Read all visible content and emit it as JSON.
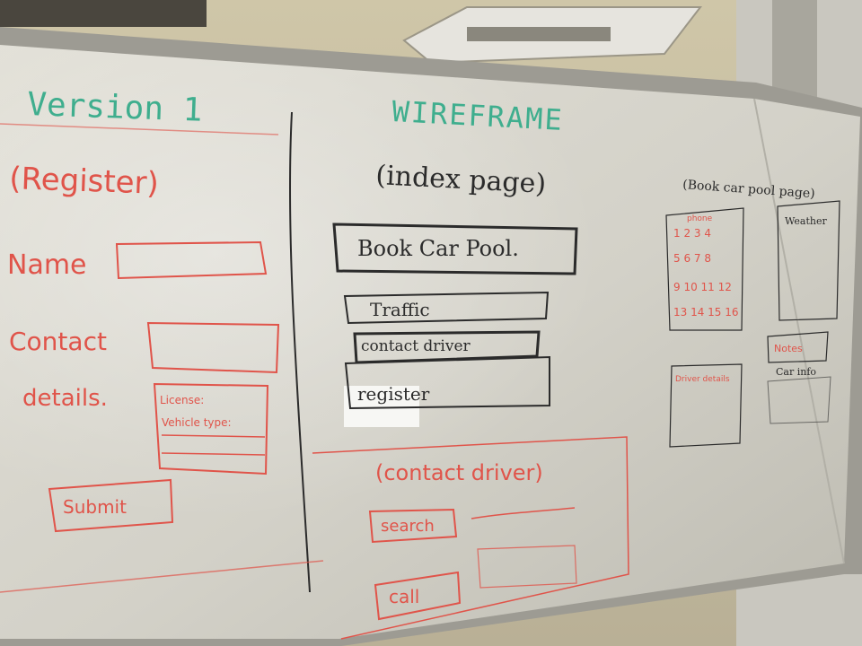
{
  "board": {
    "title_left": "Version 1",
    "title_center": "WIREFRAME",
    "register": {
      "heading": "(Register)",
      "name_label": "Name",
      "contact_label": "Contact",
      "details_label": "details.",
      "details_lines": [
        "License:",
        "Vehicle type:"
      ],
      "submit": "Submit"
    },
    "index_page": {
      "heading": "(index page)",
      "buttons": [
        "Book Car Pool.",
        "Traffic",
        "contact driver",
        "register"
      ]
    },
    "contact_driver": {
      "heading": "(contact driver)",
      "search": "search",
      "call": "call"
    },
    "book_car_pool": {
      "heading": "(Book car pool page)",
      "grid_label": "phone",
      "grid_rows": [
        "1 2 3 4",
        "5 6 7 8",
        "9 10 11 12",
        "13 14 15 16"
      ],
      "weather_label": "Weather",
      "notes_label": "Notes",
      "car_label": "Car info",
      "red_label": "Driver details"
    }
  },
  "colors": {
    "green_marker": "#3fae8e",
    "red_marker": "#e0544a",
    "black_marker": "#2b2b2b",
    "board_white": "#dcdad2"
  }
}
